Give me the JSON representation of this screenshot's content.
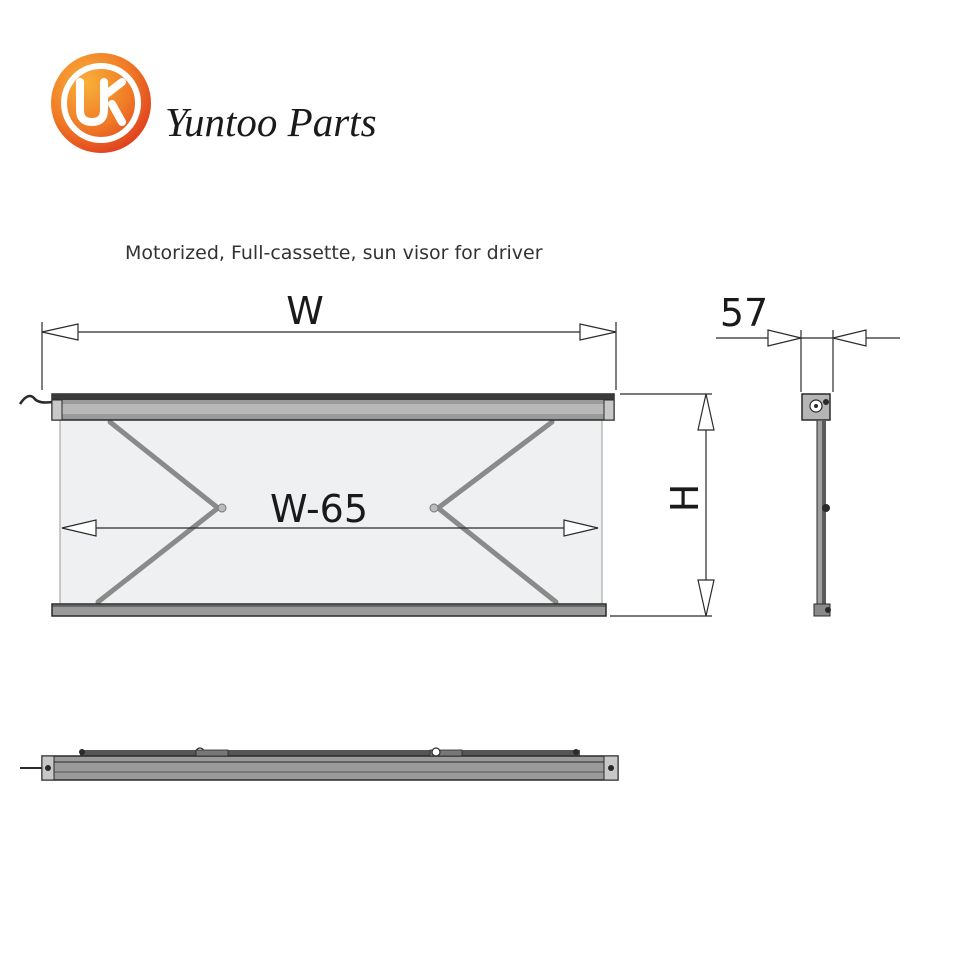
{
  "brand": {
    "name": "Yuntoo Parts",
    "logo_colors": [
      "#e8462a",
      "#f6a623"
    ]
  },
  "caption": "Motorized, Full-cassette, sun visor for driver",
  "dimensions": {
    "width_label": "W",
    "inner_width_label": "W-65",
    "height_label": "H",
    "depth_label": "57"
  },
  "colors": {
    "line": "#2a2a2a",
    "rail": "#8c8c8c",
    "rail_dark": "#555555",
    "fabric": "#eef0f2",
    "chain": "#7a7a7a"
  }
}
